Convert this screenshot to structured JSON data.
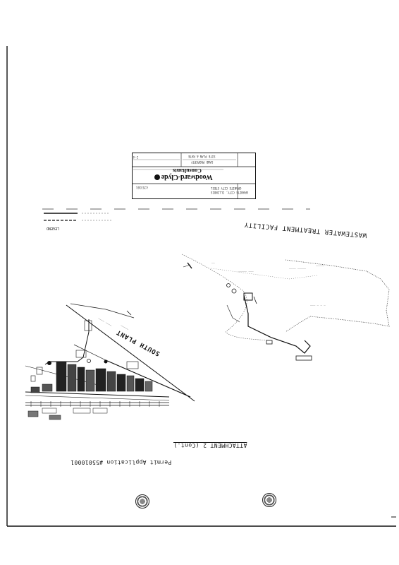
{
  "document": {
    "caption": "Permit Application #55010001",
    "attachment": "ATTACHMENT 2 (Cont.)"
  },
  "title_block": {
    "firm_line1": "Woodward-Clyde",
    "firm_line2": "Consultants",
    "project_line1": "GRANITE CITY STEEL",
    "project_line2": "GRANITE CITY, ILLINOIS",
    "number": "4J53101",
    "sheet": "2-4",
    "header_text": "SITE PLAN & RATE",
    "sub_text": "SAND PROPERTY"
  },
  "map": {
    "wastewater_label": "WASTEWATER TREATMENT FACILITY",
    "south_plant_label": "SOUTH PLANT",
    "legend_label": "LEGEND"
  },
  "seals": [
    {
      "name": "left-seal"
    },
    {
      "name": "right-seal"
    }
  ]
}
